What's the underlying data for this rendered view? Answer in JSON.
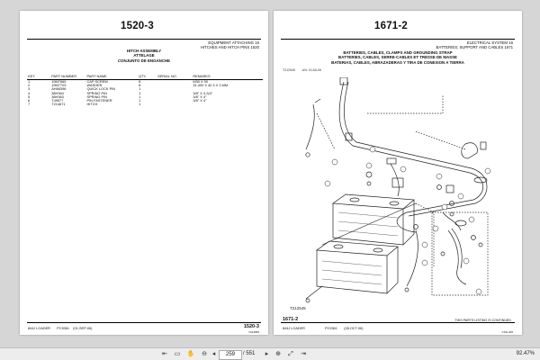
{
  "left_page": {
    "page_number": "1520-3",
    "section_line1": "EQUIPMENT ATTACHING",
    "section_code1": "15",
    "section_line2": "HITCHES AND HITCH PINS 1520",
    "title_en": "HITCH ASSEMBLY",
    "title_fr": "ATTELAGE",
    "title_es": "CONJUNTO DE ENGANCHE",
    "columns": [
      "KEY",
      "PART NUMBER",
      "PART NAME",
      "QTY.",
      "SERIAL NO.",
      "REMARKS"
    ],
    "rows": [
      {
        "key": "1",
        "part": "19M7660",
        "name": "CAP SCREW",
        "qty": "8",
        "serial": "",
        "remarks": "M30 X 90"
      },
      {
        "key": "2",
        "part": "19M7703",
        "name": "WASHER",
        "qty": "8",
        "serial": "",
        "remarks": "31.400 X 42.3 X 3 MM"
      },
      {
        "key": "3",
        "part": "AH66396",
        "name": "QUICK LOCK PIN",
        "qty": "1",
        "serial": "",
        "remarks": ""
      },
      {
        "key": "4",
        "part": "38H364",
        "name": "SPRING PIN",
        "qty": "1",
        "serial": "",
        "remarks": "3/8\" X 3-3/4\""
      },
      {
        "key": "5",
        "part": "38H363",
        "name": "SPRING PIN",
        "qty": "1",
        "serial": "",
        "remarks": "3/8\" X 4\""
      },
      {
        "key": "6",
        "part": "T49577",
        "name": "PIN FASTENER",
        "qty": "1",
        "serial": "",
        "remarks": "3/8\" X 4\""
      },
      {
        "key": "7",
        "part": "T214671",
        "name": "HITCH",
        "qty": "1",
        "serial": "",
        "remarks": ""
      }
    ],
    "footer_model": "844J LOADER",
    "footer_catalog": "PC9361",
    "footer_date": "(01-SEP-06)",
    "footer_pagenum": "1520-3",
    "footer_code": "T214683"
  },
  "right_page": {
    "page_number": "1671-2",
    "section_line1": "ELECTRICAL SYSTEM",
    "section_code1": "16",
    "section_line2": "BATTERIES; SUPPORT AND CABLES 1671",
    "title_en": "BATTERIES, CABLES, CLAMPS AND GROUNDING STRAP",
    "title_fr": "BATTERIES, CABLES, SERRE-CABLES ET TRESSE DE MASSE",
    "title_es": "BATERIAS, CABLES, ABRAZADERAS Y TIRA DE CONEXION A TIERRA",
    "fig_code": "T212545",
    "fig_note": "-UN- 01JUL06",
    "fig_label": "T212545",
    "footer_pagenum": "1671-2",
    "footer_notice": "THIS PARTS LISTING IS CONTINUED",
    "footer_model": "844J LOADER",
    "footer_catalog": "PC9361",
    "footer_date": "(28-OCT-06)",
    "footer_code": "CSG 206"
  },
  "toolbar": {
    "page_current": "259",
    "page_total": "/ 551",
    "zoom": "92.47%"
  }
}
